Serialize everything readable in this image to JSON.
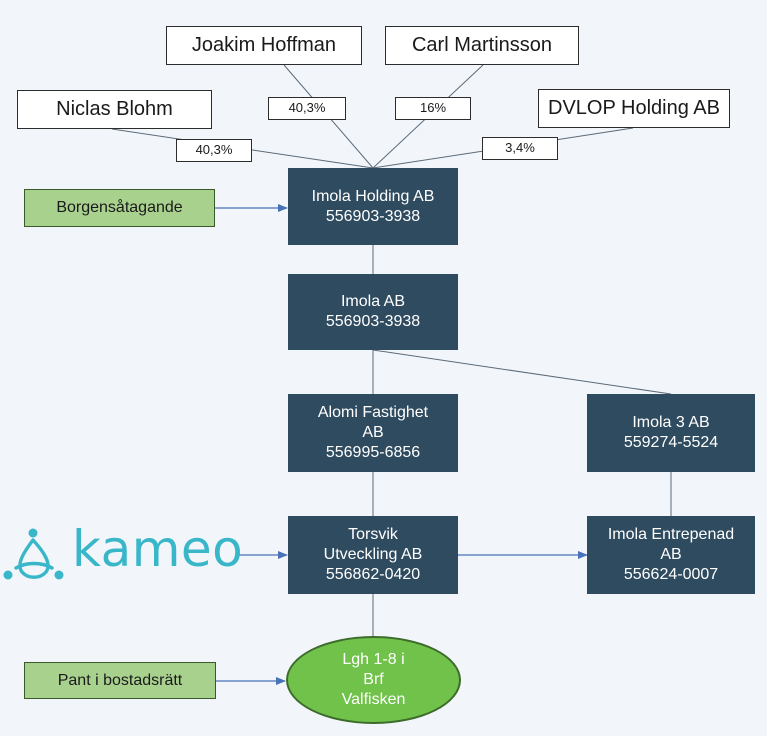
{
  "owners": [
    {
      "name": "Niclas Blohm",
      "share": "40,3%"
    },
    {
      "name": "Joakim Hoffman",
      "share": "40,3%"
    },
    {
      "name": "Carl Martinsson",
      "share": "16%"
    },
    {
      "name": "DVLOP Holding AB",
      "share": "3,4%"
    }
  ],
  "companies": {
    "holding": [
      "Imola Holding AB",
      "556903-3938"
    ],
    "imola": [
      "Imola AB",
      "556903-3938"
    ],
    "alomi": [
      "Alomi Fastighet",
      "AB",
      "556995-6856"
    ],
    "imola3": [
      "Imola 3 AB",
      "559274-5524"
    ],
    "torsvik": [
      "Torsvik",
      "Utveckling AB",
      "556862-0420"
    ],
    "entrepenad": [
      "Imola Entrepenad",
      "AB",
      "556624-0007"
    ]
  },
  "borgen_label": "Borgensåtagande",
  "pant_label": "Pant i bostadsrätt",
  "property": [
    "Lgh 1-8 i",
    "Brf",
    "Valfisken"
  ],
  "logo": {
    "text": "kameo",
    "icon": "kameo-logo-icon",
    "color": "#39b7c9"
  },
  "colors": {
    "company": "#2f4b5f",
    "green_box": "#a9d18e",
    "ellipse": "#70c24a",
    "connector": "#4a72b8"
  }
}
